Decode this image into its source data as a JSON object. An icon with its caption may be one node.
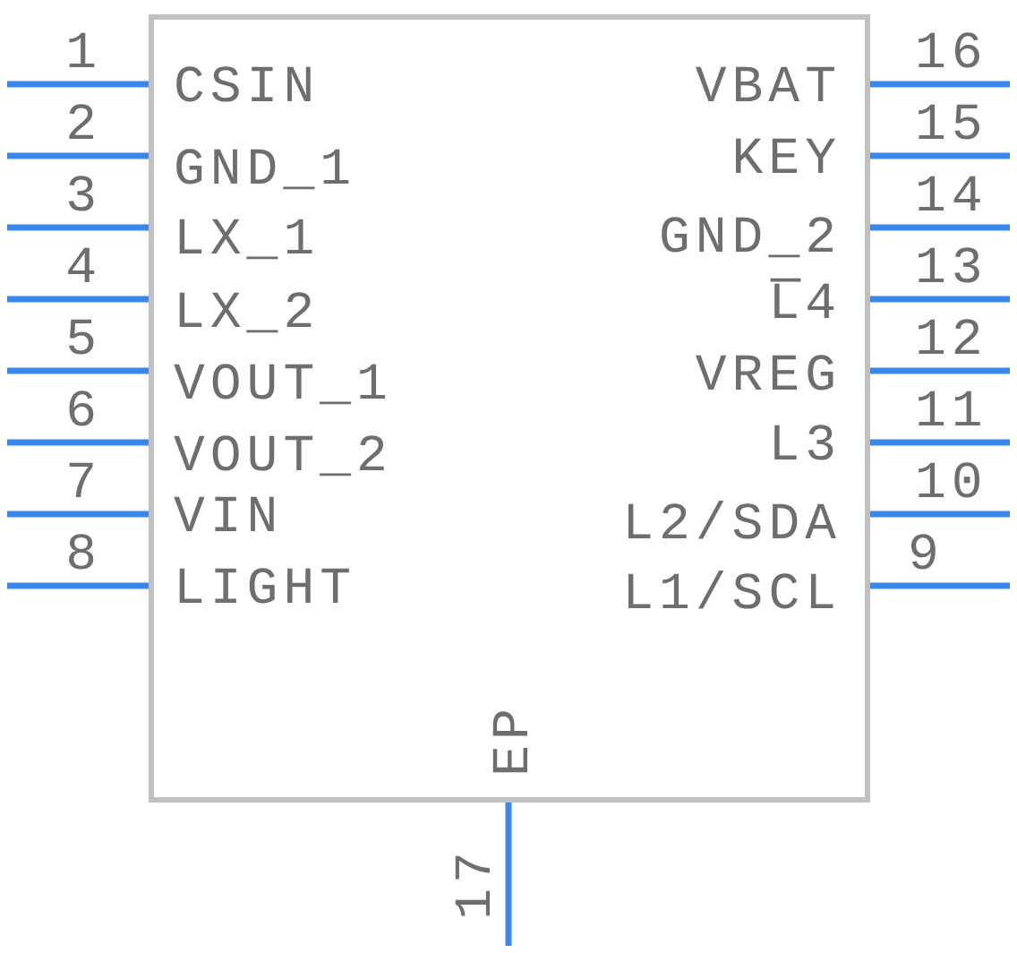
{
  "diagram": {
    "nodes": [
      {
        "text": [],
        "shape": "box"
      }
    ],
    "labels": [
      "1",
      "16",
      "CSIN",
      "VBAT",
      "2",
      "15",
      "GND_1",
      "KEY",
      "3",
      "14",
      "LX_1",
      "GND_2",
      "4",
      "13",
      "LX_2",
      "L̅4",
      "5",
      "12",
      "VOUT_1",
      "VREG",
      "6",
      "11",
      "VOUT_2",
      "L3",
      "7",
      "10",
      "VIN",
      "L2/SDA",
      "8",
      "9",
      "LIGHT",
      "L1/SCL",
      "EP",
      "17"
    ]
  }
}
